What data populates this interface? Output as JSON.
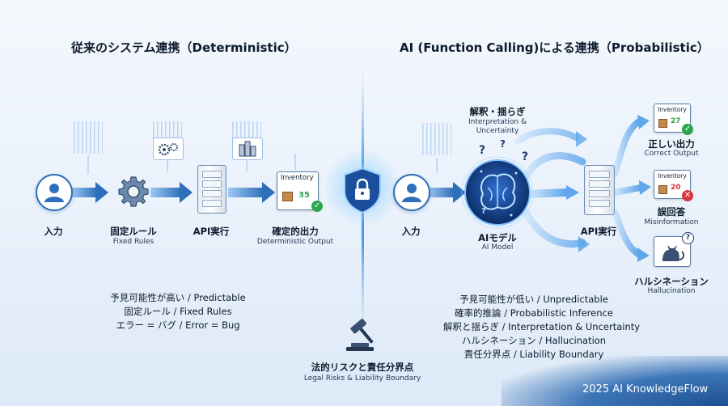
{
  "left": {
    "title": "従来のシステム連携（Deterministic）",
    "steps": [
      {
        "label": "入力",
        "sub": ""
      },
      {
        "label": "固定ルール",
        "sub": "Fixed Rules"
      },
      {
        "label": "API実行",
        "sub": ""
      },
      {
        "label": "確定的出力",
        "sub": "Deterministic Output"
      }
    ],
    "card": {
      "title": "Inventory",
      "value": "35"
    },
    "bullets": [
      "予見可能性が高い / Predictable",
      "固定ルール / Fixed Rules",
      "エラー = バグ / Error = Bug"
    ]
  },
  "right": {
    "title": "AI (Function Calling)による連携（Probabilistic）",
    "input": "入力",
    "interp": {
      "label": "解釈・揺らぎ",
      "sub_line1": "Interpretation &",
      "sub_line2": "Uncertainty"
    },
    "model": {
      "label": "AIモデル",
      "sub": "AI Model"
    },
    "api": "API実行",
    "outcomes": [
      {
        "label": "正しい出力",
        "sub": "Correct Output",
        "card_title": "Inventory",
        "value": "27",
        "status": "ok"
      },
      {
        "label": "誤回答",
        "sub": "Misinformation",
        "card_title": "Inventory",
        "value": "20",
        "status": "error"
      },
      {
        "label": "ハルシネーション",
        "sub": "Hallucination",
        "card_title": "",
        "value": "",
        "status": "unknown"
      }
    ],
    "bullets": [
      "予見可能性が低い / Unpredictable",
      "確率的推論 / Probabilistic Inference",
      "解釈と揺らぎ / Interpretation & Uncertainty",
      "ハルシネーション / Hallucination",
      "責任分界点 / Liability Boundary"
    ]
  },
  "center": {
    "label": "法的リスクと責任分界点",
    "sub": "Legal Risks & Liability Boundary"
  },
  "footer": "2025 AI KnowledgeFlow",
  "colors": {
    "accent": "#2d6fb8",
    "ok": "#2ea44f",
    "error": "#d9363e",
    "flow": "#6fb1ec"
  }
}
